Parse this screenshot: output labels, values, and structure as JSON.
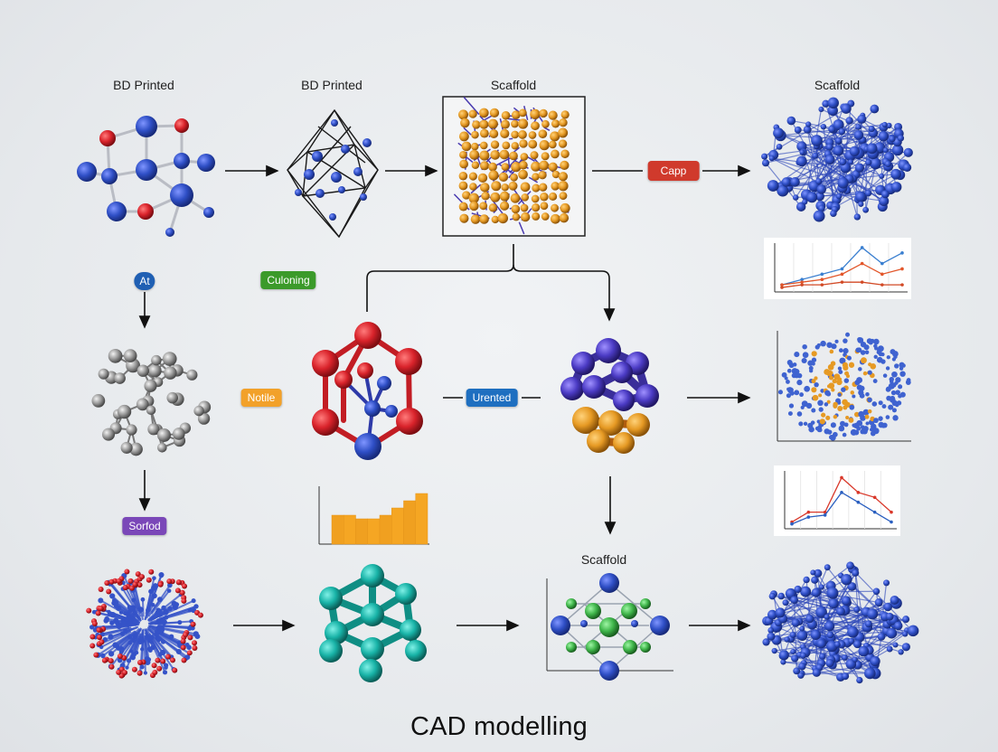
{
  "title": "CAD modelling",
  "labels": {
    "l1": "BD Printed",
    "l2": "BD Printed",
    "l3": "Scaffold",
    "l4": "Scaffold",
    "l5": "Scaffold"
  },
  "tags": {
    "at": "At",
    "cultoning": "Culoning",
    "capp": "Capp",
    "notile": "Notile",
    "urented": "Urented",
    "sorfod": "Sorfod"
  },
  "colors": {
    "tag_at": "#1f5fb3",
    "tag_cultoning": "#3b9a2a",
    "tag_capp": "#d03a2c",
    "tag_notile": "#f2a12a",
    "tag_urented": "#1e6fc0",
    "tag_sorfod": "#7a47b8",
    "blue_atom": "#2f4fc6",
    "red_atom": "#d9232b",
    "orange_atom": "#e69a24",
    "teal_atom": "#18b3a7",
    "green_atom": "#3fb54a",
    "grey_atom": "#9a9a9a",
    "purple_atom": "#4b3bc4"
  },
  "chart_data": [
    {
      "type": "line",
      "series": [
        {
          "values": [
            1,
            2,
            3,
            4,
            8,
            5,
            7
          ]
        },
        {
          "values": [
            1,
            1.5,
            2,
            3,
            5,
            3,
            4
          ]
        },
        {
          "values": [
            0.5,
            1,
            1,
            1.5,
            1.5,
            1,
            1
          ]
        }
      ]
    },
    {
      "type": "bar",
      "values": [
        4,
        4,
        3.5,
        3.5,
        4,
        5,
        6,
        7
      ]
    },
    {
      "type": "line",
      "series": [
        {
          "values": [
            0.5,
            1.5,
            1.5,
            5,
            3.5,
            3,
            1.5
          ]
        },
        {
          "values": [
            0.3,
            1,
            1.2,
            3.5,
            2.5,
            1.5,
            0.5
          ]
        }
      ]
    }
  ]
}
